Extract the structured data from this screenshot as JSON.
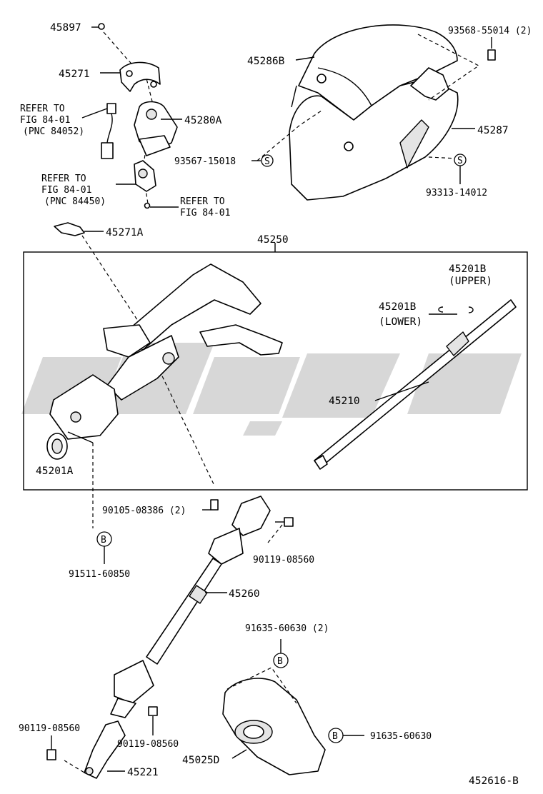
{
  "diagram_code": "452616-B",
  "assembly_label": "45250",
  "parts": {
    "p45897": "45897",
    "p45271": "45271",
    "p45280A": "45280A",
    "p45286B": "45286B",
    "p93568": "93568-55014 (2)",
    "p45287": "45287",
    "p93567": "93567-15018",
    "p93313": "93313-14012",
    "p45271A": "45271A",
    "p45201B_upper_num": "45201B",
    "p45201B_upper_txt": "(UPPER)",
    "p45201B_lower_num": "45201B",
    "p45201B_lower_txt": "(LOWER)",
    "p45210": "45210",
    "p45201A": "45201A",
    "p90105": "90105-08386 (2)",
    "p90119_a": "90119-08560",
    "p91511": "91511-60850",
    "p45260": "45260",
    "p91635_2": "91635-60630 (2)",
    "p91635": "91635-60630",
    "p90119_b": "90119-08560",
    "p90119_c": "90119-08560",
    "p45221": "45221",
    "p45025D": "45025D"
  },
  "refs": {
    "ref1": [
      "REFER TO",
      "FIG 84-01",
      "(PNC 84052)"
    ],
    "ref2": [
      "REFER TO",
      "FIG 84-01",
      "(PNC 84450)"
    ],
    "ref3": [
      "REFER TO",
      "FIG 84-01"
    ]
  },
  "markers": {
    "s": "S",
    "b": "B"
  }
}
